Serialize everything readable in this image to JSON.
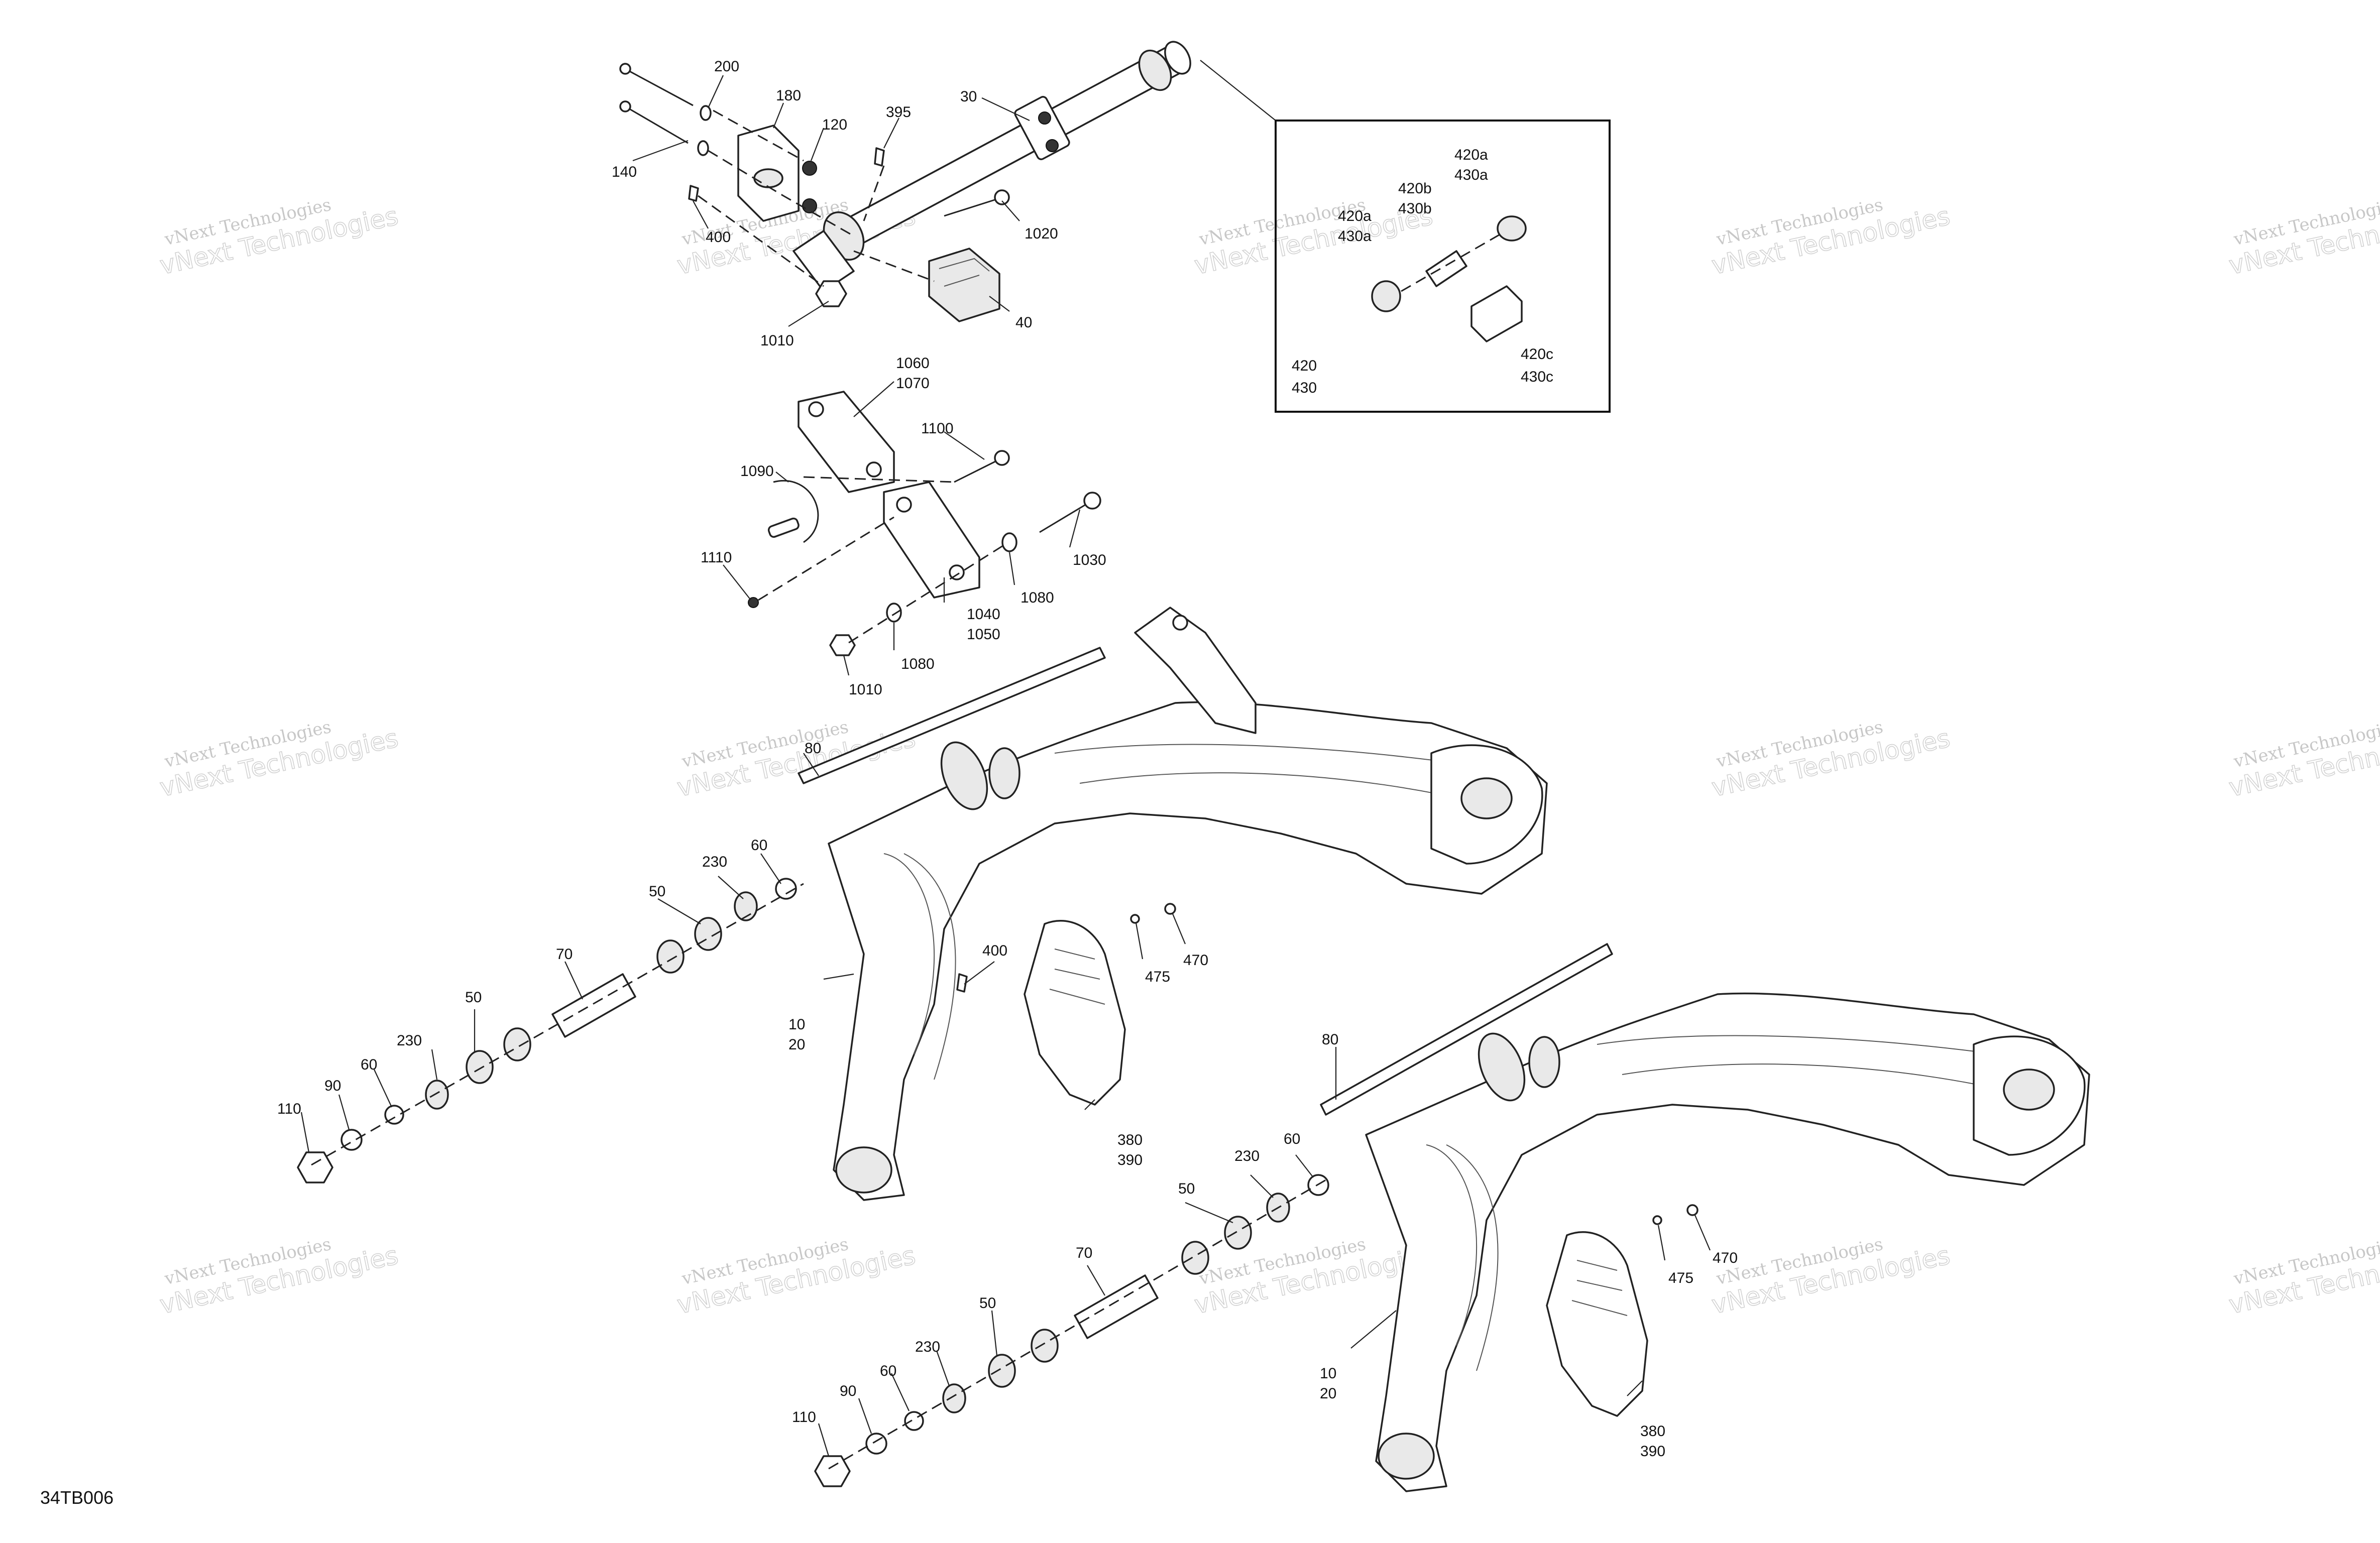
{
  "diagram_code": "34TB006",
  "watermark": {
    "line1": "vNext Technologies",
    "line2": "vNext Technologies"
  },
  "callouts": [
    {
      "id": "200",
      "text": "200"
    },
    {
      "id": "180",
      "text": "180"
    },
    {
      "id": "120",
      "text": "120"
    },
    {
      "id": "395",
      "text": "395"
    },
    {
      "id": "30",
      "text": "30"
    },
    {
      "id": "140",
      "text": "140"
    },
    {
      "id": "400a",
      "text": "400"
    },
    {
      "id": "1020",
      "text": "1020"
    },
    {
      "id": "1010a",
      "text": "1010"
    },
    {
      "id": "40",
      "text": "40"
    },
    {
      "id": "1060",
      "text": "1060"
    },
    {
      "id": "1070",
      "text": "1070"
    },
    {
      "id": "1100",
      "text": "1100"
    },
    {
      "id": "1090",
      "text": "1090"
    },
    {
      "id": "1030",
      "text": "1030"
    },
    {
      "id": "1110",
      "text": "1110"
    },
    {
      "id": "1080a",
      "text": "1080"
    },
    {
      "id": "1040",
      "text": "1040"
    },
    {
      "id": "1050",
      "text": "1050"
    },
    {
      "id": "1080b",
      "text": "1080"
    },
    {
      "id": "1010b",
      "text": "1010"
    },
    {
      "id": "80a",
      "text": "80"
    },
    {
      "id": "60a",
      "text": "60"
    },
    {
      "id": "230a",
      "text": "230"
    },
    {
      "id": "50a",
      "text": "50"
    },
    {
      "id": "70a",
      "text": "70"
    },
    {
      "id": "400b",
      "text": "400"
    },
    {
      "id": "50b",
      "text": "50"
    },
    {
      "id": "10a",
      "text": "10"
    },
    {
      "id": "20a",
      "text": "20"
    },
    {
      "id": "230b",
      "text": "230"
    },
    {
      "id": "60b",
      "text": "60"
    },
    {
      "id": "90a",
      "text": "90"
    },
    {
      "id": "110a",
      "text": "110"
    },
    {
      "id": "475a",
      "text": "475"
    },
    {
      "id": "470a",
      "text": "470"
    },
    {
      "id": "380a",
      "text": "380"
    },
    {
      "id": "390a",
      "text": "390"
    },
    {
      "id": "80b",
      "text": "80"
    },
    {
      "id": "60c",
      "text": "60"
    },
    {
      "id": "230c",
      "text": "230"
    },
    {
      "id": "50c",
      "text": "50"
    },
    {
      "id": "70b",
      "text": "70"
    },
    {
      "id": "50d",
      "text": "50"
    },
    {
      "id": "230d",
      "text": "230"
    },
    {
      "id": "60d",
      "text": "60"
    },
    {
      "id": "90b",
      "text": "90"
    },
    {
      "id": "110b",
      "text": "110"
    },
    {
      "id": "10b",
      "text": "10"
    },
    {
      "id": "20b",
      "text": "20"
    },
    {
      "id": "475b",
      "text": "475"
    },
    {
      "id": "470b",
      "text": "470"
    },
    {
      "id": "380b",
      "text": "380"
    },
    {
      "id": "390b",
      "text": "390"
    }
  ],
  "inset": {
    "labels": [
      {
        "id": "i420a",
        "text": "420a"
      },
      {
        "id": "i430a",
        "text": "430a"
      },
      {
        "id": "i420b",
        "text": "420b"
      },
      {
        "id": "i430b",
        "text": "430b"
      },
      {
        "id": "i420a2",
        "text": "420a"
      },
      {
        "id": "i430a2",
        "text": "430a"
      },
      {
        "id": "i420c",
        "text": "420c"
      },
      {
        "id": "i430c",
        "text": "430c"
      },
      {
        "id": "i420",
        "text": "420"
      },
      {
        "id": "i430",
        "text": "430"
      }
    ]
  }
}
